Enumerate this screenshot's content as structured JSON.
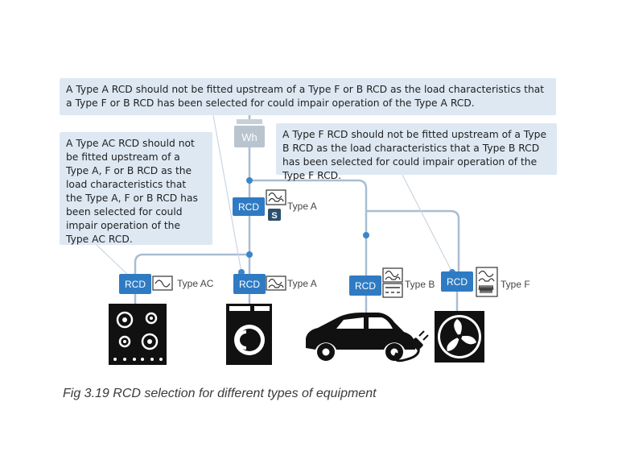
{
  "notes": {
    "type_a": "A Type A RCD should not be fitted upstream of a Type F or B RCD as the load characteristics that a Type F or B RCD has been selected for could impair operation of the Type A RCD.",
    "type_ac": "A Type AC RCD should not be fitted upstream of a Type A, F or B RCD as the load characteristics that the Type A, F or B RCD has been selected for could impair operation of the Type AC RCD.",
    "type_f": "A Type F RCD should not be fitted upstream of a Type B RCD as the load characteristics that a Type B RCD has been selected for could impair operation of the Type F RCD."
  },
  "meter": {
    "label": "Wh"
  },
  "rcds": {
    "main": {
      "label": "RCD",
      "type": "Type A",
      "badge": "S"
    },
    "hob": {
      "label": "RCD",
      "type": "Type AC"
    },
    "washer": {
      "label": "RCD",
      "type": "Type A"
    },
    "car": {
      "label": "RCD",
      "type": "Type B"
    },
    "fan": {
      "label": "RCD",
      "type": "Type F"
    }
  },
  "equipment": [
    "hob-icon",
    "washing-machine-icon",
    "electric-car-icon",
    "fan-icon"
  ],
  "colors": {
    "rcd_box": "#2f7bc3",
    "wire": "#a9bdd2",
    "dot": "#3a86cc",
    "note_bg": "#dde8f3",
    "meter": "#b9c4cf"
  },
  "caption": "Fig 3.19 RCD selection for different types of equipment"
}
